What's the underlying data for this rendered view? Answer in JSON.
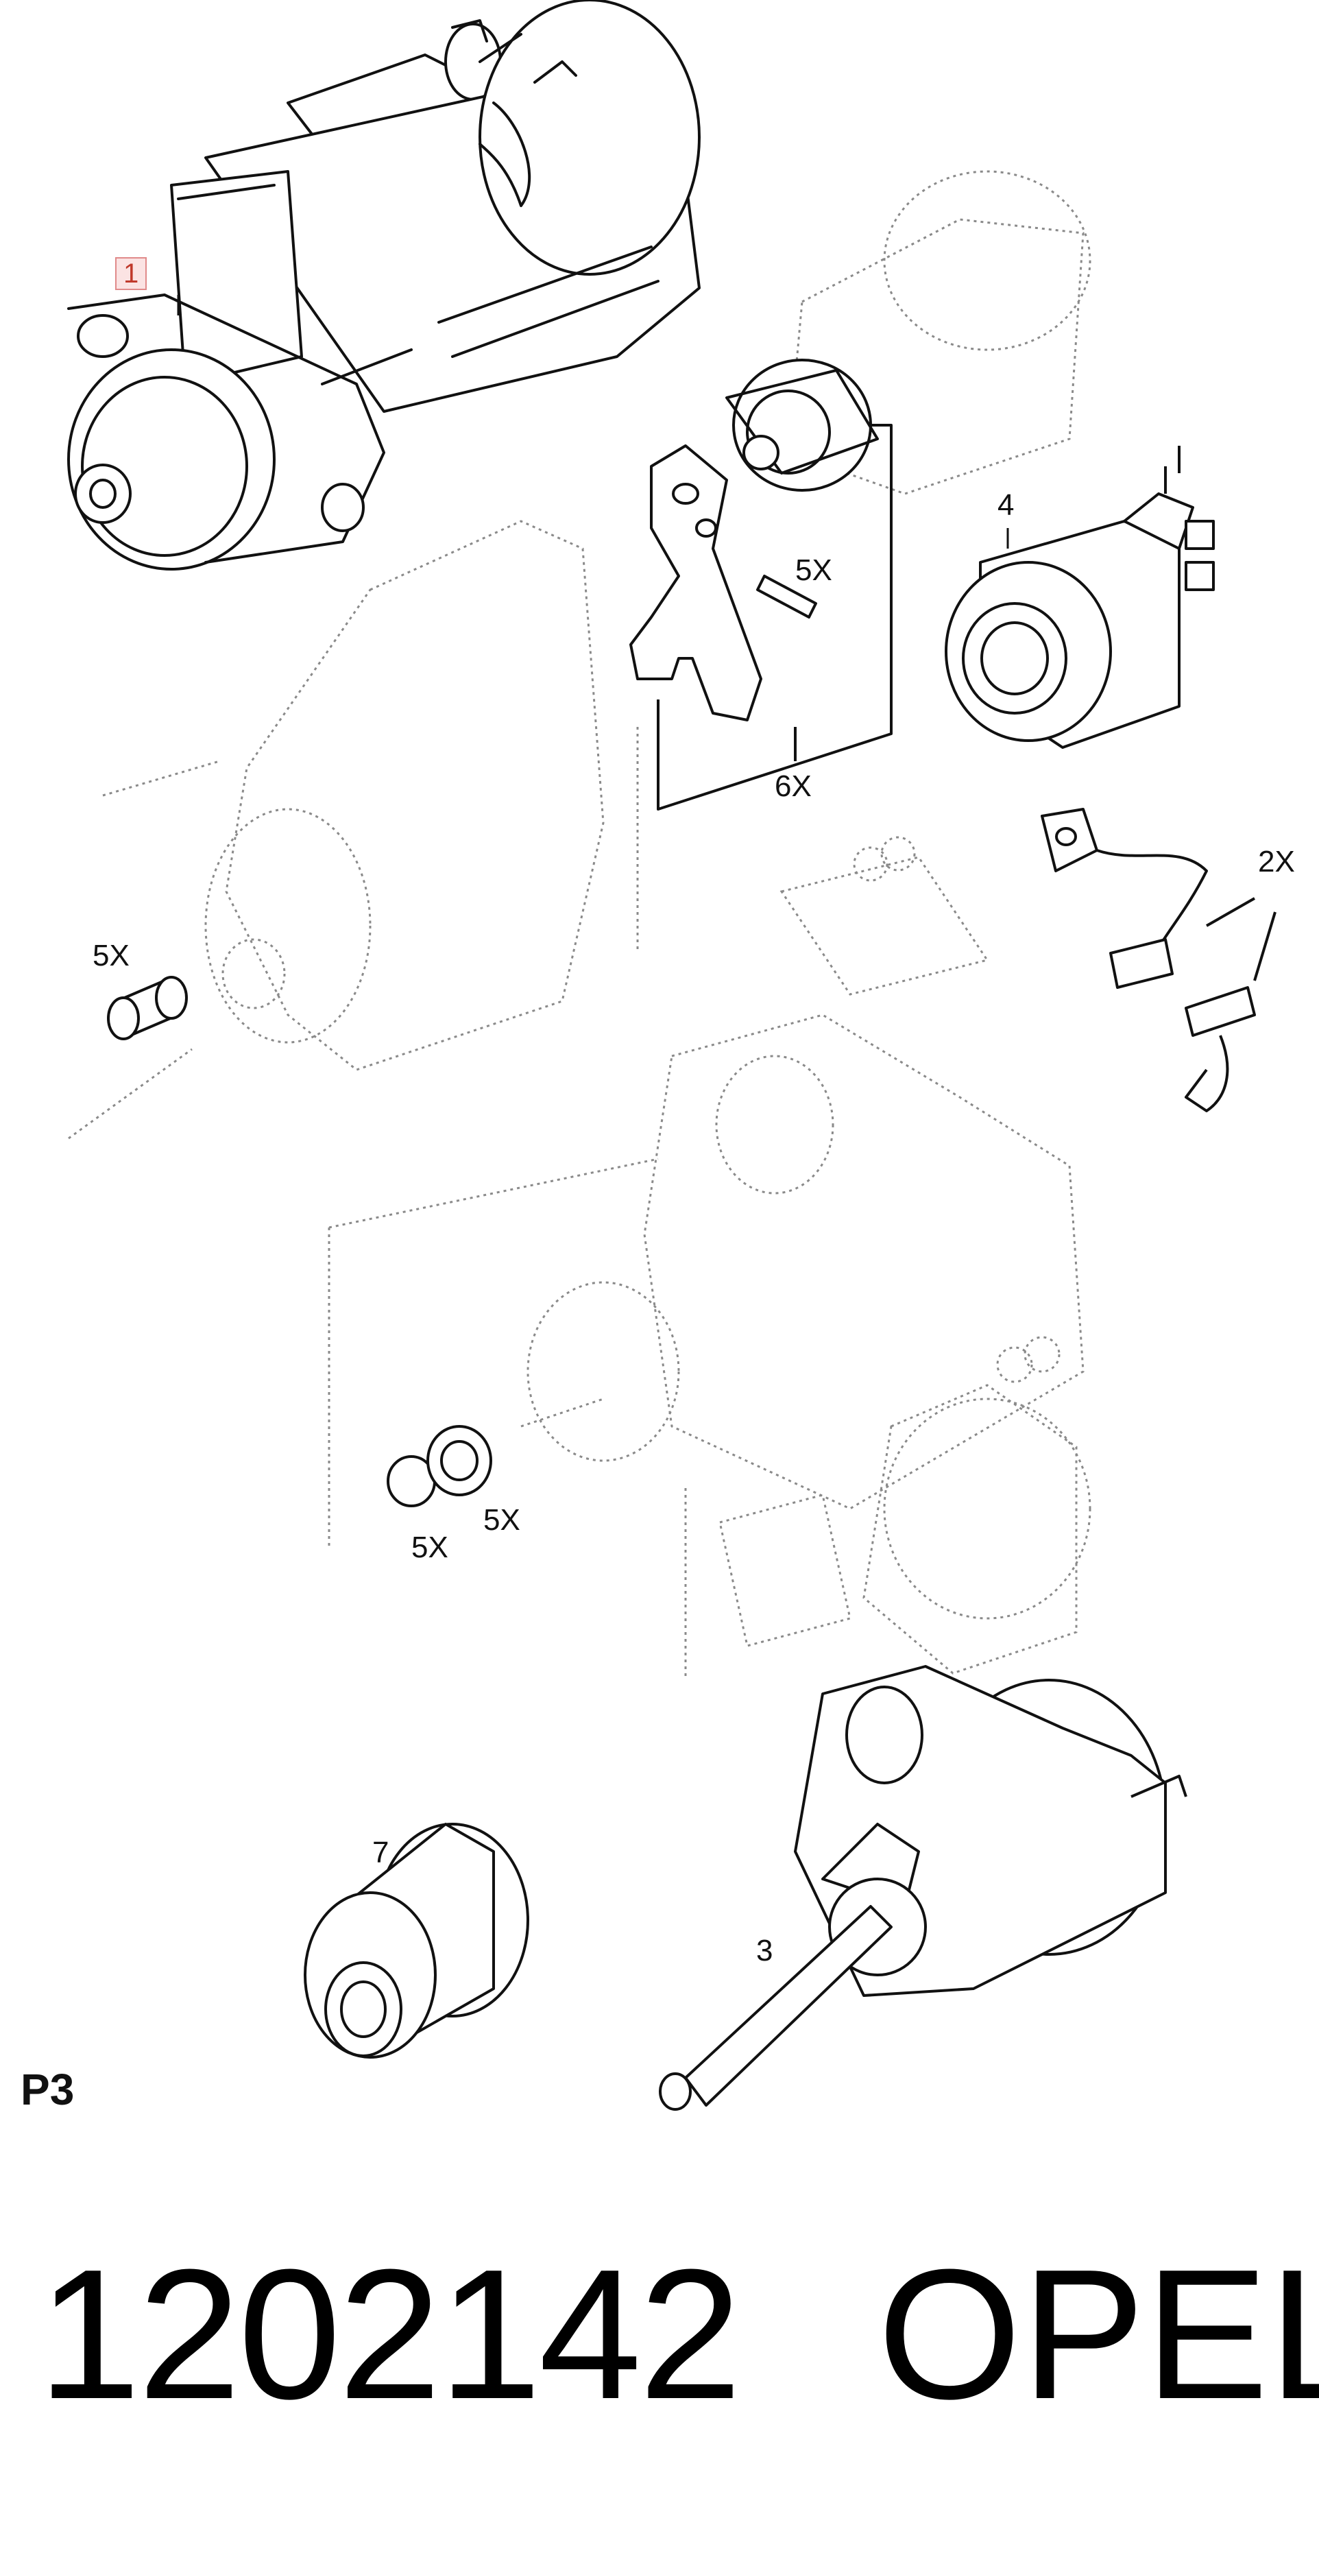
{
  "callouts": {
    "c1": "1",
    "c4": "4",
    "c5x_pin": "5X",
    "c6x": "6X",
    "c2x": "2X",
    "c5x_bush": "5X",
    "c5x_ring": "5X",
    "c5x_clip": "5X",
    "c7": "7",
    "c3": "3"
  },
  "page_code": "P3",
  "part_number": "1202142",
  "brand": "OPEL",
  "colors": {
    "line": "#111111",
    "ghost": "#8a8a8a",
    "highlight_border": "#e08a8a",
    "highlight_fill": "#fbe3e3"
  }
}
